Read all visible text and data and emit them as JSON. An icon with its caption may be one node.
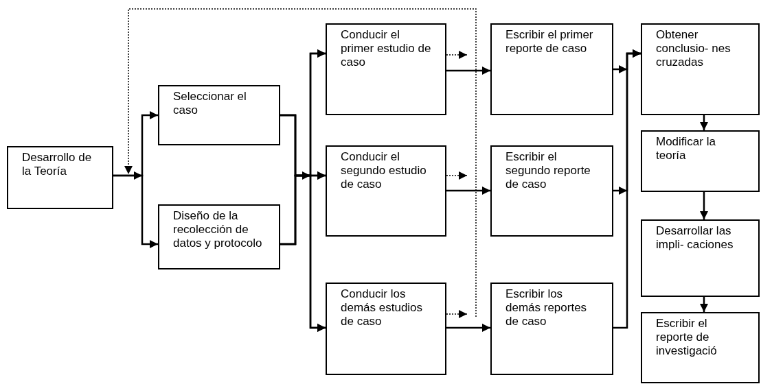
{
  "diagram": {
    "nodes": [
      {
        "text": [
          "Desarrollo de la Teoría"
        ]
      },
      {
        "text": [
          "Seleccionar el caso"
        ]
      },
      {
        "text": [
          "Diseño de la recolección de datos y protocolo"
        ]
      },
      {
        "text": [
          "Conducir el primer estudio de caso"
        ]
      },
      {
        "text": [
          "Conducir el segundo estudio de caso"
        ]
      },
      {
        "text": [
          "Conducir los demás estudios de caso"
        ]
      },
      {
        "text": [
          "Escribir el primer reporte de caso"
        ]
      },
      {
        "text": [
          "Escribir el segundo reporte de caso"
        ]
      },
      {
        "text": [
          "Escribir los demás reportes de caso"
        ]
      },
      {
        "text": [
          "Obtener conclusio- nes cruzadas"
        ]
      },
      {
        "text": [
          "Modificar la teoría"
        ]
      },
      {
        "text": [
          "Desarrollar las impli- caciones"
        ]
      },
      {
        "text": [
          "Escribir el reporte de investigació"
        ]
      }
    ],
    "edges": [
      {
        "from": 0,
        "to": 1,
        "arrow": "to"
      },
      {
        "from": 0,
        "to": 2,
        "arrow": "to"
      },
      {
        "from": 1,
        "to": 3,
        "arrow": "to"
      },
      {
        "from": 1,
        "to": 4,
        "arrow": "to"
      },
      {
        "from": 1,
        "to": 5,
        "arrow": "to"
      },
      {
        "from": 2,
        "to": 3,
        "arrow": "to"
      },
      {
        "from": 2,
        "to": 4,
        "arrow": "to"
      },
      {
        "from": 2,
        "to": 5,
        "arrow": "to"
      },
      {
        "from": 3,
        "to": 6,
        "arrow": "to"
      },
      {
        "from": 4,
        "to": 7,
        "arrow": "to"
      },
      {
        "from": 5,
        "to": 8,
        "arrow": "to"
      },
      {
        "from": 3,
        "to": null,
        "arrow": "to",
        "style": "dashed"
      },
      {
        "from": 4,
        "to": null,
        "arrow": "to",
        "style": "dashed"
      },
      {
        "from": 5,
        "to": null,
        "arrow": "to",
        "style": "dashed"
      },
      {
        "from": 6,
        "to": 9,
        "arrow": "to"
      },
      {
        "from": 7,
        "to": 9,
        "arrow": "to"
      },
      {
        "from": 8,
        "to": 9,
        "arrow": "to"
      },
      {
        "from": 9,
        "to": 10,
        "arrow": "to"
      },
      {
        "from": 10,
        "to": 11,
        "arrow": "to"
      },
      {
        "from": 11,
        "to": 12,
        "arrow": "to"
      }
    ]
  }
}
